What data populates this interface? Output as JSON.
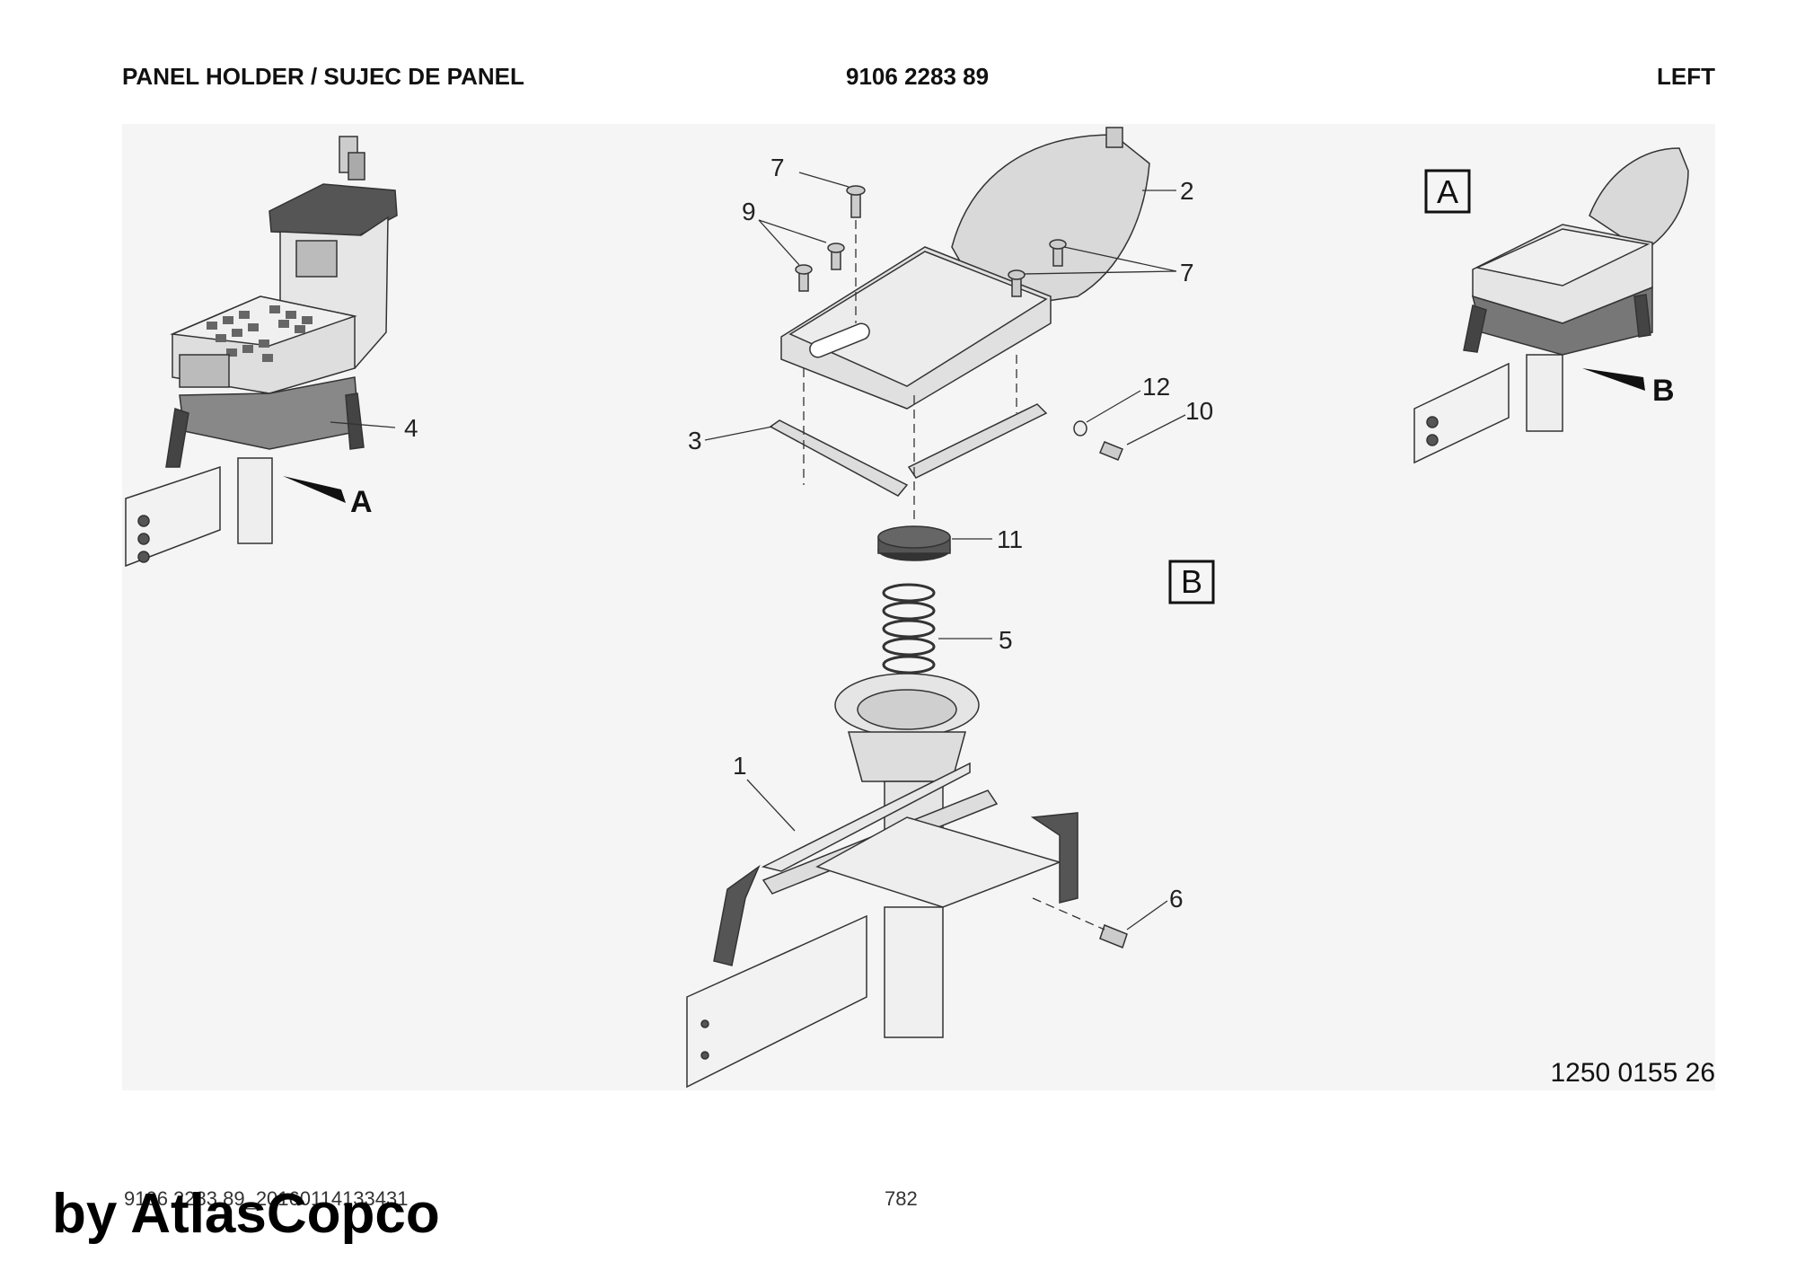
{
  "header": {
    "title": "PANEL HOLDER / SUJEC DE PANEL",
    "part_number": "9106 2283 89",
    "side": "LEFT"
  },
  "drawing": {
    "code": "1250 0155 26",
    "callouts": {
      "c1": "1",
      "c2": "2",
      "c3": "3",
      "c4": "4",
      "c5": "5",
      "c6": "6",
      "c7a": "7",
      "c7b": "7",
      "c9": "9",
      "c10": "10",
      "c11": "11",
      "c12": "12"
    },
    "view_labels": {
      "arrow_a": "A",
      "arrow_b": "B",
      "box_a": "A",
      "box_b": "B"
    }
  },
  "footer": {
    "doc_id": "9106 2283 89_20160114133431",
    "page": "782"
  },
  "watermark": "by AtlasCopco"
}
